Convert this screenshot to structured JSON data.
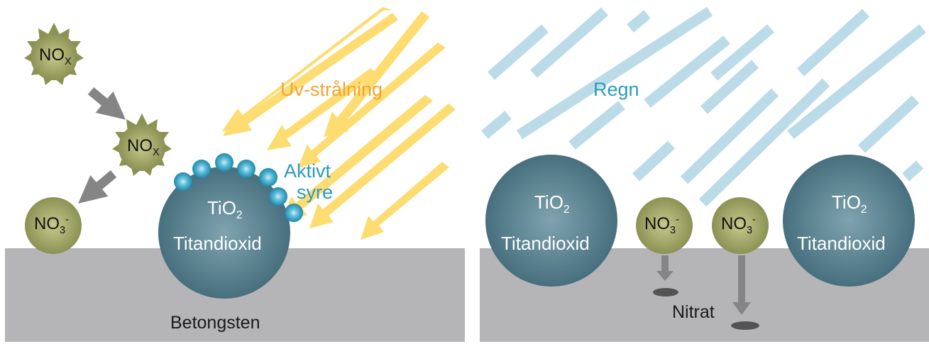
{
  "colors": {
    "ground": "#b5b5b8",
    "uv_arrow": "#fddc72",
    "rain": "#bcdbe8",
    "tio2": "#52808f",
    "no_particle": "#8c9154",
    "oxygen": "#2fa3c4",
    "grey_arrow": "#858585"
  },
  "icons": [
    "sun-ray-arrow",
    "rain-streak",
    "spiky-molecule",
    "oxygen-bubble",
    "down-arrow",
    "sediment-dots"
  ],
  "left_panel": {
    "uv_label": "Uv-strålning",
    "oxygen_label_line1": "Aktivt",
    "oxygen_label_line2": "syre",
    "nox_top": {
      "main": "NO",
      "sub": "X"
    },
    "nox_mid": {
      "main": "NO",
      "sub": "X"
    },
    "no3": {
      "main": "NO",
      "sub": "3",
      "sup": "-"
    },
    "tio2": {
      "main": "TiO",
      "sub": "2",
      "name": "Titandioxid"
    },
    "ground_label": "Betongsten"
  },
  "right_panel": {
    "rain_label": "Regn",
    "tio2_left": {
      "main": "TiO",
      "sub": "2",
      "name": "Titandioxid"
    },
    "tio2_right": {
      "main": "TiO",
      "sub": "2",
      "name": "Titandioxid"
    },
    "no3_a": {
      "main": "NO",
      "sub": "3",
      "sup": "-"
    },
    "no3_b": {
      "main": "NO",
      "sub": "3",
      "sup": "-"
    },
    "nitrate_label": "Nitrat"
  }
}
